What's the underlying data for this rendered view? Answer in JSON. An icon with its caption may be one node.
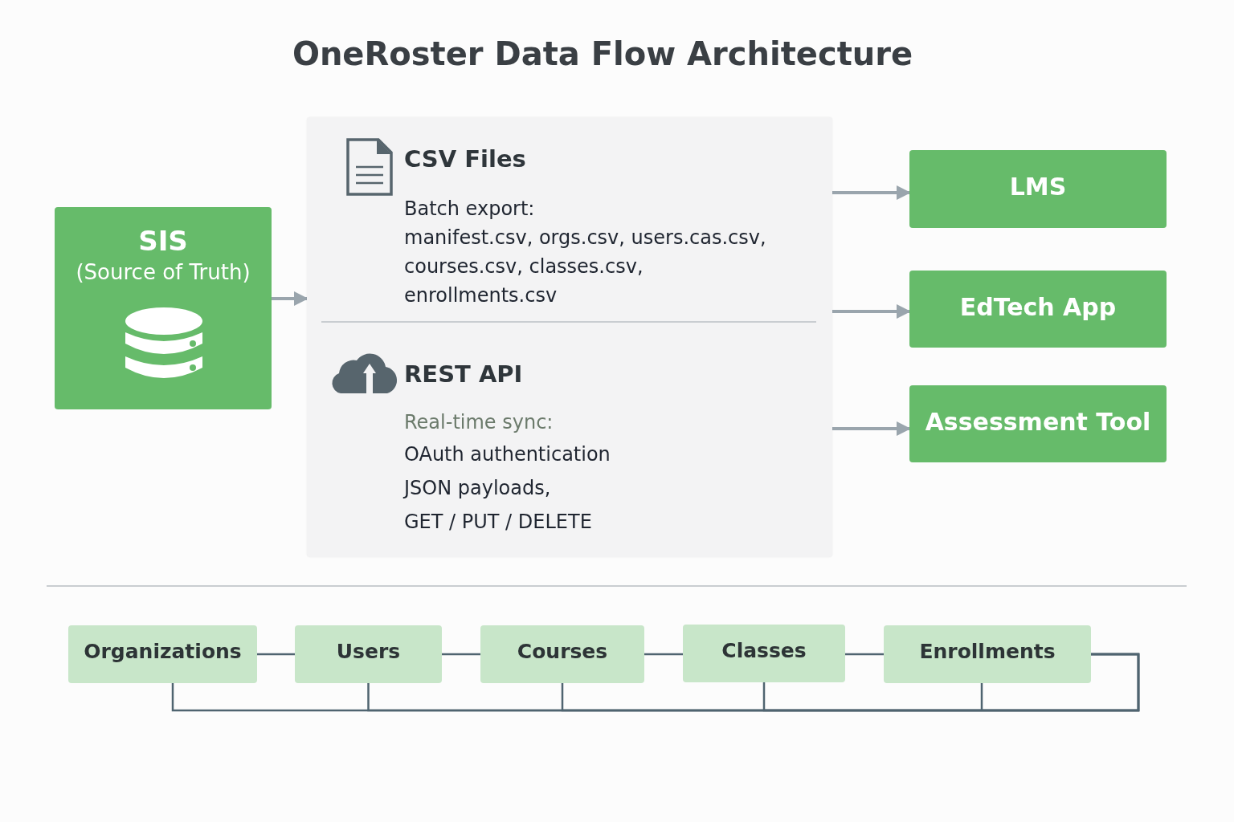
{
  "diagram": {
    "title": "OneRoster Data Flow Architecture",
    "nodes": [
      {
        "text": [
          "SIS",
          "(Source of Truth)"
        ]
      },
      {
        "text": [],
        "shape": "box"
      },
      {
        "text": [
          "CSV Files",
          "Batch export:",
          "manifest.csv, orgs.csv, users.cas.csv, courses.csv, classes.csv, enrollments.csv"
        ],
        "in": 1
      },
      {
        "text": [
          "REST API",
          "Real-time sync:",
          "OAuth authentication",
          "JSON payloads,",
          "GET / PUT / DELETE"
        ],
        "in": 1
      },
      {
        "text": [
          "LMS"
        ]
      },
      {
        "text": [
          "EdTech App"
        ]
      },
      {
        "text": [
          "Assessment Tool"
        ]
      },
      {
        "text": [
          "Organizations"
        ]
      },
      {
        "text": [
          "Users"
        ]
      },
      {
        "text": [
          "Courses"
        ]
      },
      {
        "text": [
          "Classes"
        ]
      },
      {
        "text": [
          "Enrollments"
        ]
      }
    ],
    "edges": [
      {
        "from": 0,
        "to": 1,
        "arrow": "to"
      },
      {
        "from": 1,
        "to": 4,
        "arrow": "to"
      },
      {
        "from": 1,
        "to": 5,
        "arrow": "to"
      },
      {
        "from": 1,
        "to": 6,
        "arrow": "to"
      },
      {
        "from": 7,
        "to": 8,
        "arrow": "none"
      },
      {
        "from": 8,
        "to": 9,
        "arrow": "none"
      },
      {
        "from": 9,
        "to": 10,
        "arrow": "none"
      },
      {
        "from": 10,
        "to": 11,
        "arrow": "none"
      },
      {
        "from": 11,
        "to": 7,
        "arrow": "none"
      },
      {
        "from": 11,
        "to": 8,
        "arrow": "none"
      },
      {
        "from": 11,
        "to": 9,
        "arrow": "none"
      },
      {
        "from": 11,
        "to": 10,
        "arrow": "none"
      }
    ]
  }
}
